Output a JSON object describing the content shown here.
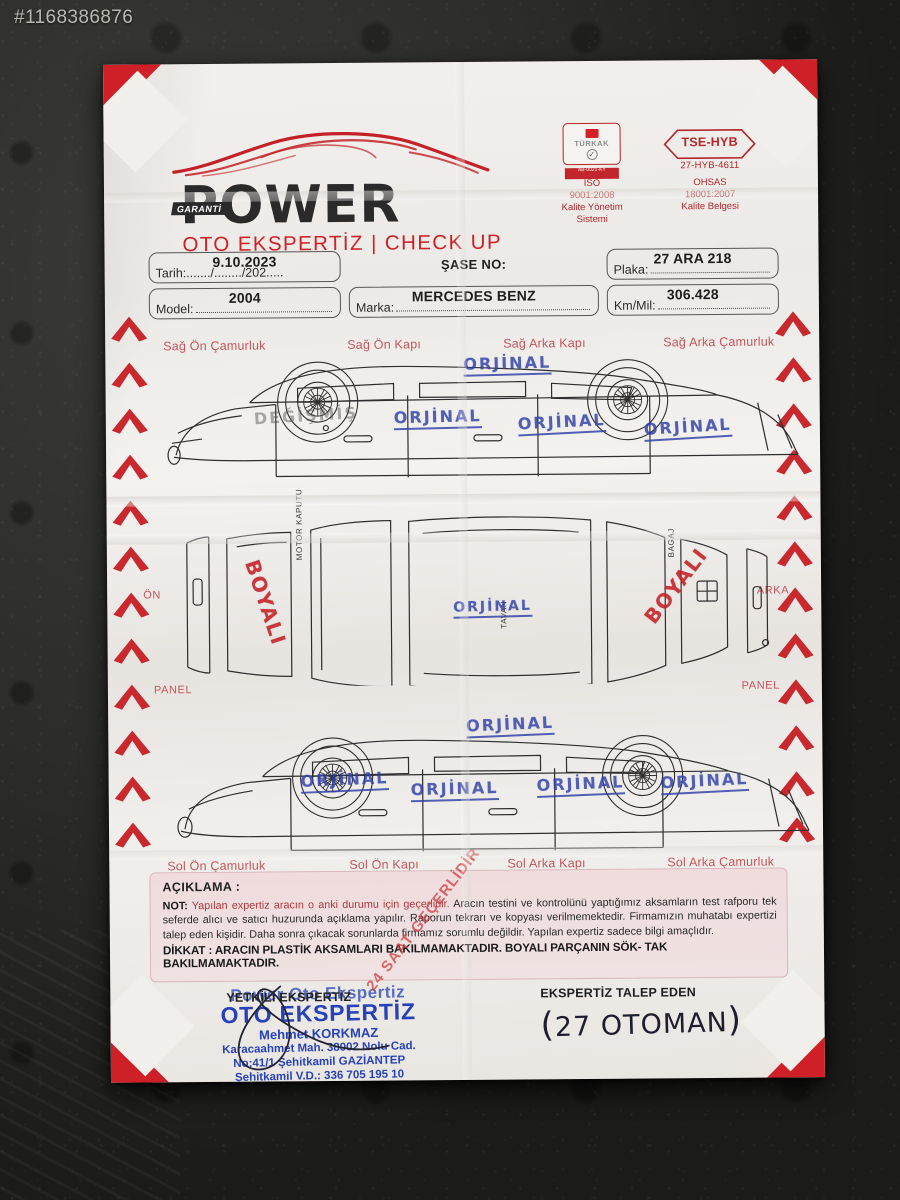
{
  "watermark": "#1168386876",
  "document": {
    "brand": {
      "name": "POWER",
      "badge": "GARANTİ",
      "subtitle_left": "OTO EKSPERTİZ",
      "subtitle_sep": "|",
      "subtitle_right": "CHECK UP"
    },
    "certifications": [
      {
        "mark": "TÜRKAK",
        "mark_sub": "AB-0021-KY",
        "code": "",
        "caption_line1": "ISO",
        "caption_line2": "9001:2008",
        "caption_line3": "Kalite Yönetim",
        "caption_line4": "Sistemi"
      },
      {
        "mark": "TSE-HYB",
        "mark_sub": "",
        "code": "27-HYB-4611",
        "caption_line1": "OHSAS",
        "caption_line2": "18001:2007",
        "caption_line3": "Kalite Belgesi",
        "caption_line4": ""
      }
    ],
    "fields": {
      "tarih_label": "Tarih:......./......../202.....",
      "tarih_value": "9.10.2023",
      "sase_label": "ŞASE NO:",
      "sase_value": "",
      "plaka_label": "Plaka:",
      "plaka_value": "27 ARA 218",
      "model_label": "Model:",
      "model_value": "2004",
      "marka_label": "Marka:",
      "marka_value": "MERCEDES BENZ",
      "km_label": "Km/Mil:",
      "km_value": "306.428"
    },
    "diagram": {
      "top_captions": [
        "Sağ Ön Çamurluk",
        "Sağ Ön Kapı",
        "Sağ Arka Kapı",
        "Sağ Arka Çamurluk"
      ],
      "bottom_captions": [
        "Sol Ön Çamurluk",
        "Sol Ön Kapı",
        "Sol Arka Kapı",
        "Sol Arka Çamurluk"
      ],
      "side_left": "ÖN",
      "side_right": "ARKA",
      "panel_left": "PANEL",
      "panel_right": "PANEL",
      "part_hood": "MOTOR KAPUTU",
      "part_roof": "TAVAN",
      "part_trunk": "BAGAJ",
      "stamps": {
        "degismis": "DEĞİŞMİŞ",
        "orjinal": "ORJİNAL",
        "boyali": "BOYALI"
      },
      "top_row_stamps": [
        "DEĞİŞMİŞ",
        "ORJİNAL",
        "ORJİNAL",
        "ORJİNAL"
      ],
      "middle_row_stamps": [
        "BOYALI",
        "ORJİNAL",
        "ORJİNAL",
        "ORJİNAL",
        "BOYALI"
      ],
      "bottom_row_stamps": [
        "ORJİNAL",
        "ORJİNAL",
        "ORJİNAL",
        "ORJİNAL"
      ]
    },
    "aciklama": {
      "title": "AÇIKLAMA :",
      "not_label": "NOT:",
      "not_text": "Yapılan expertiz aracın o anki durumu için geçerlidir.",
      "body_text": "Aracın testini ve kontrolünü yaptığımız aksamların test rafporu tek seferde alıcı ve satıcı huzurunda açıklama yapılır. Raporun tekrarı ve kopyası verilmemektedir. Firmamızın muhatabı expertizi talep eden kişidir. Daha sonra çıkacak sorunlarda firmamız sorumlu değildir. Yapılan expertiz sadece bilgi amaçlıdır.",
      "dikkat": "DİKKAT : ARACIN PLASTİK AKSAMLARI BAKILMAMAKTADIR. BOYALI PARÇANIN SÖK- TAK BAKILMAMAKTADIR."
    },
    "footer": {
      "yetkili_label": "YETKİLİ EKSPERTİZ",
      "stamp_line1": "Power Oto Ekspertiz",
      "stamp_line2": "OTO EKSPERTİZ",
      "stamp_line3": "Mehmet KORKMAZ",
      "stamp_line4": "Karacaahmet Mah. 38002 Nolu Cad.",
      "stamp_line5": "No:41/1  Şehitkamil GAZİANTEP",
      "stamp_line6": "Şehitkamil V.D.: 336 705 195 10",
      "red_diagonal": "24 SAAT GEÇERLİDİR",
      "talep_label": "EKSPERTİZ TALEP EDEN",
      "signature": "27 OTOMAN"
    },
    "colors": {
      "brand_red": "#cf2027",
      "stamp_blue": "#2f3fa8",
      "stamp_red": "#c51f26",
      "paper": "#f1efec"
    }
  }
}
